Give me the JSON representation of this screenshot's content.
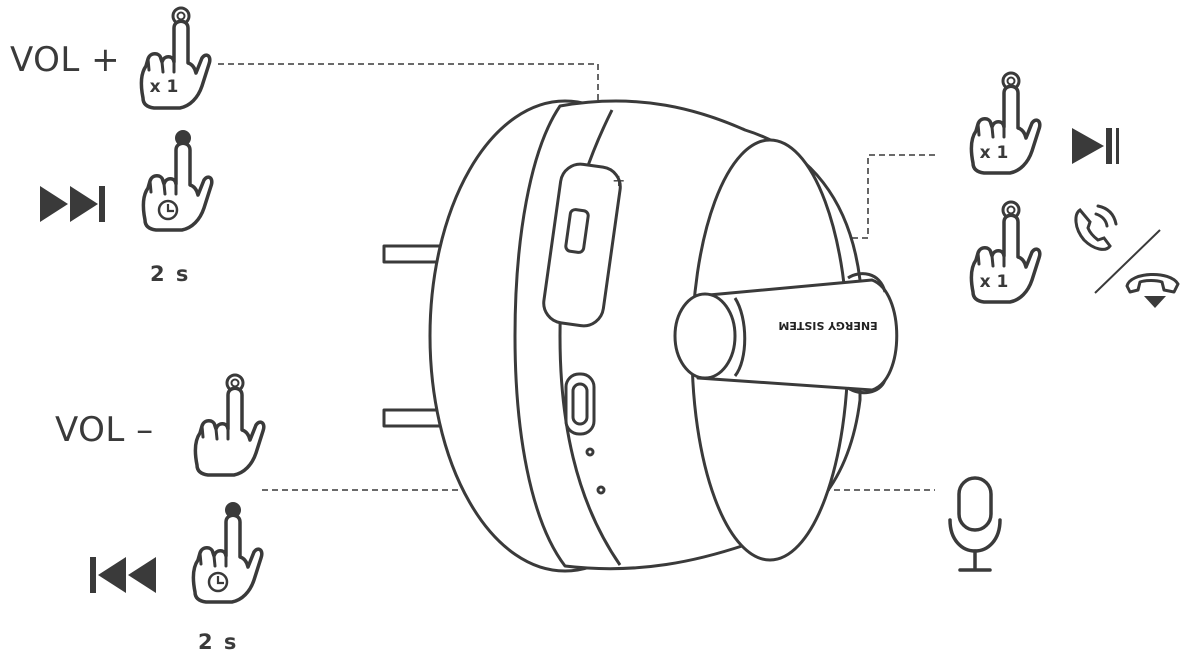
{
  "labels": {
    "vol_up": "VOL +",
    "vol_down": "VOL –",
    "press_count": "x 1",
    "hold_time": "2 s",
    "brand": "ENERGY SISTEM"
  },
  "controls": [
    {
      "id": "vol-up",
      "gesture": "press-once",
      "action": "volume-up",
      "icon": "hand-tap-icon"
    },
    {
      "id": "next-track",
      "gesture": "hold",
      "action": "next-track",
      "icon": "fast-forward-icon"
    },
    {
      "id": "vol-down",
      "gesture": "press-once",
      "action": "volume-down",
      "icon": "hand-tap-icon"
    },
    {
      "id": "prev-track",
      "gesture": "hold",
      "action": "previous-track",
      "icon": "rewind-icon"
    },
    {
      "id": "play-pause",
      "gesture": "press-once",
      "action": "play-pause",
      "icon": "play-pause-icon"
    },
    {
      "id": "call",
      "gesture": "press-once",
      "action": "answer-hang-up-call",
      "icon": "phone-icon"
    },
    {
      "id": "mic",
      "action": "microphone",
      "icon": "microphone-icon"
    }
  ],
  "colors": {
    "line": "#3a3a3a",
    "dash": "#555555",
    "fill": "#ffffff"
  }
}
